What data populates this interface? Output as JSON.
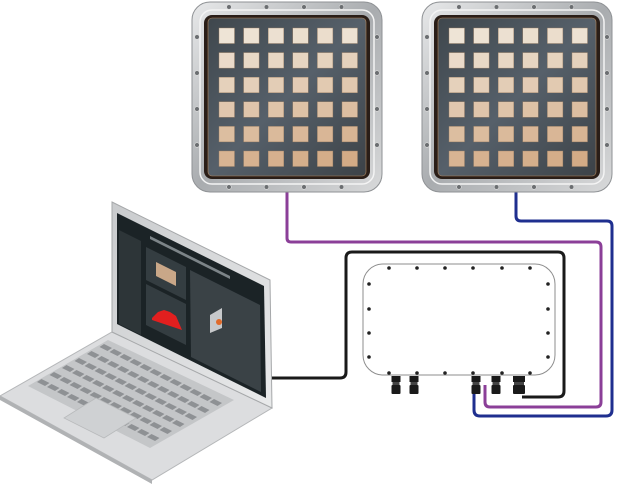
{
  "diagram": {
    "panels": [
      {
        "name": "light-panel-1",
        "tile_rows": 6,
        "tile_cols": 6,
        "cable_color": "#8b3f98"
      },
      {
        "name": "light-panel-2",
        "tile_rows": 6,
        "tile_cols": 6,
        "cable_color": "#1f2f8f"
      }
    ],
    "controller": {
      "connector_count": 5
    },
    "laptop": {
      "cable_color": "#1a1a1a"
    },
    "colors": {
      "frame": "#bfc1c3",
      "panel_inner": "#4a5258",
      "tile_light": "#eee4d6",
      "tile_dark": "#d2a882",
      "purple_cable": "#8b3f98",
      "blue_cable": "#1f2f8f",
      "black_cable": "#1a1a1a"
    }
  }
}
